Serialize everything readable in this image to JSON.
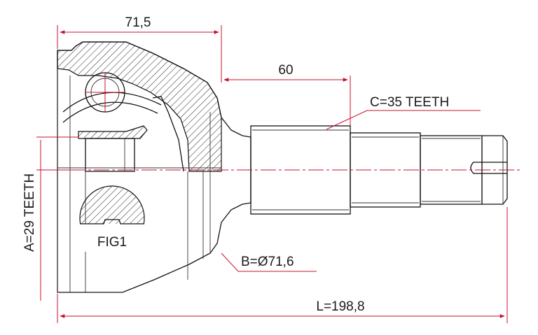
{
  "dimensions": {
    "overall_width": "71,5",
    "shaft_length": "60",
    "outer_spline": "C=35 TEETH",
    "inner_spline": "A=29 TEETH",
    "abs_ring": "B=Ø71,6",
    "total_length": "L=198,8"
  },
  "figure_label": "FIG1",
  "colors": {
    "dimension_lines": "#c8102e",
    "outline": "#111111",
    "background": "#ffffff"
  }
}
